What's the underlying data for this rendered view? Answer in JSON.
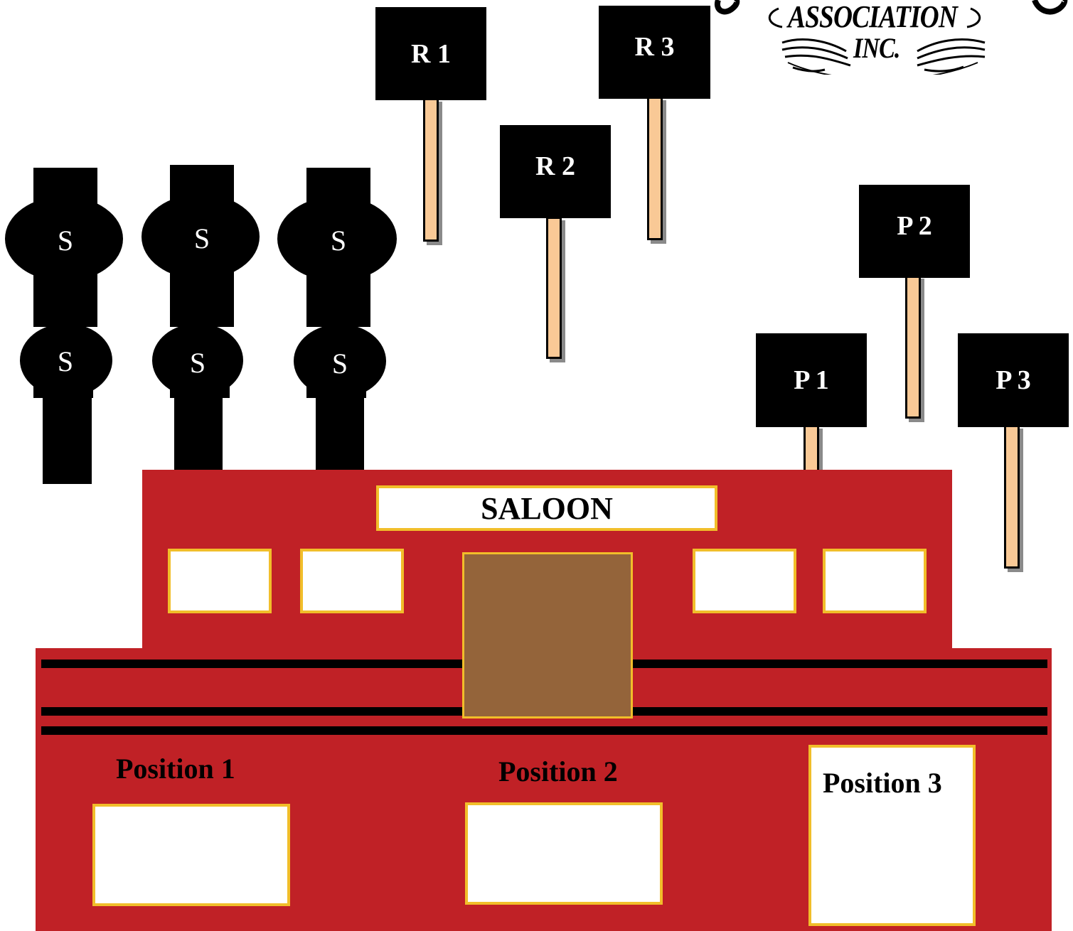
{
  "logo": {
    "line1": "ASSOCIATION",
    "line2": "INC."
  },
  "signs": {
    "r1": "R 1",
    "r2": "R 2",
    "r3": "R 3",
    "p1": "P 1",
    "p2": "P 2",
    "p3": "P 3"
  },
  "targets": {
    "label": "S"
  },
  "saloon": {
    "sign": "SALOON",
    "position1": "Position 1",
    "position2": "Position 2",
    "position3": "Position 3"
  },
  "colors": {
    "building": "#c02126",
    "trim": "#f1be2a",
    "door": "#94643a",
    "post": "#f9c996"
  }
}
